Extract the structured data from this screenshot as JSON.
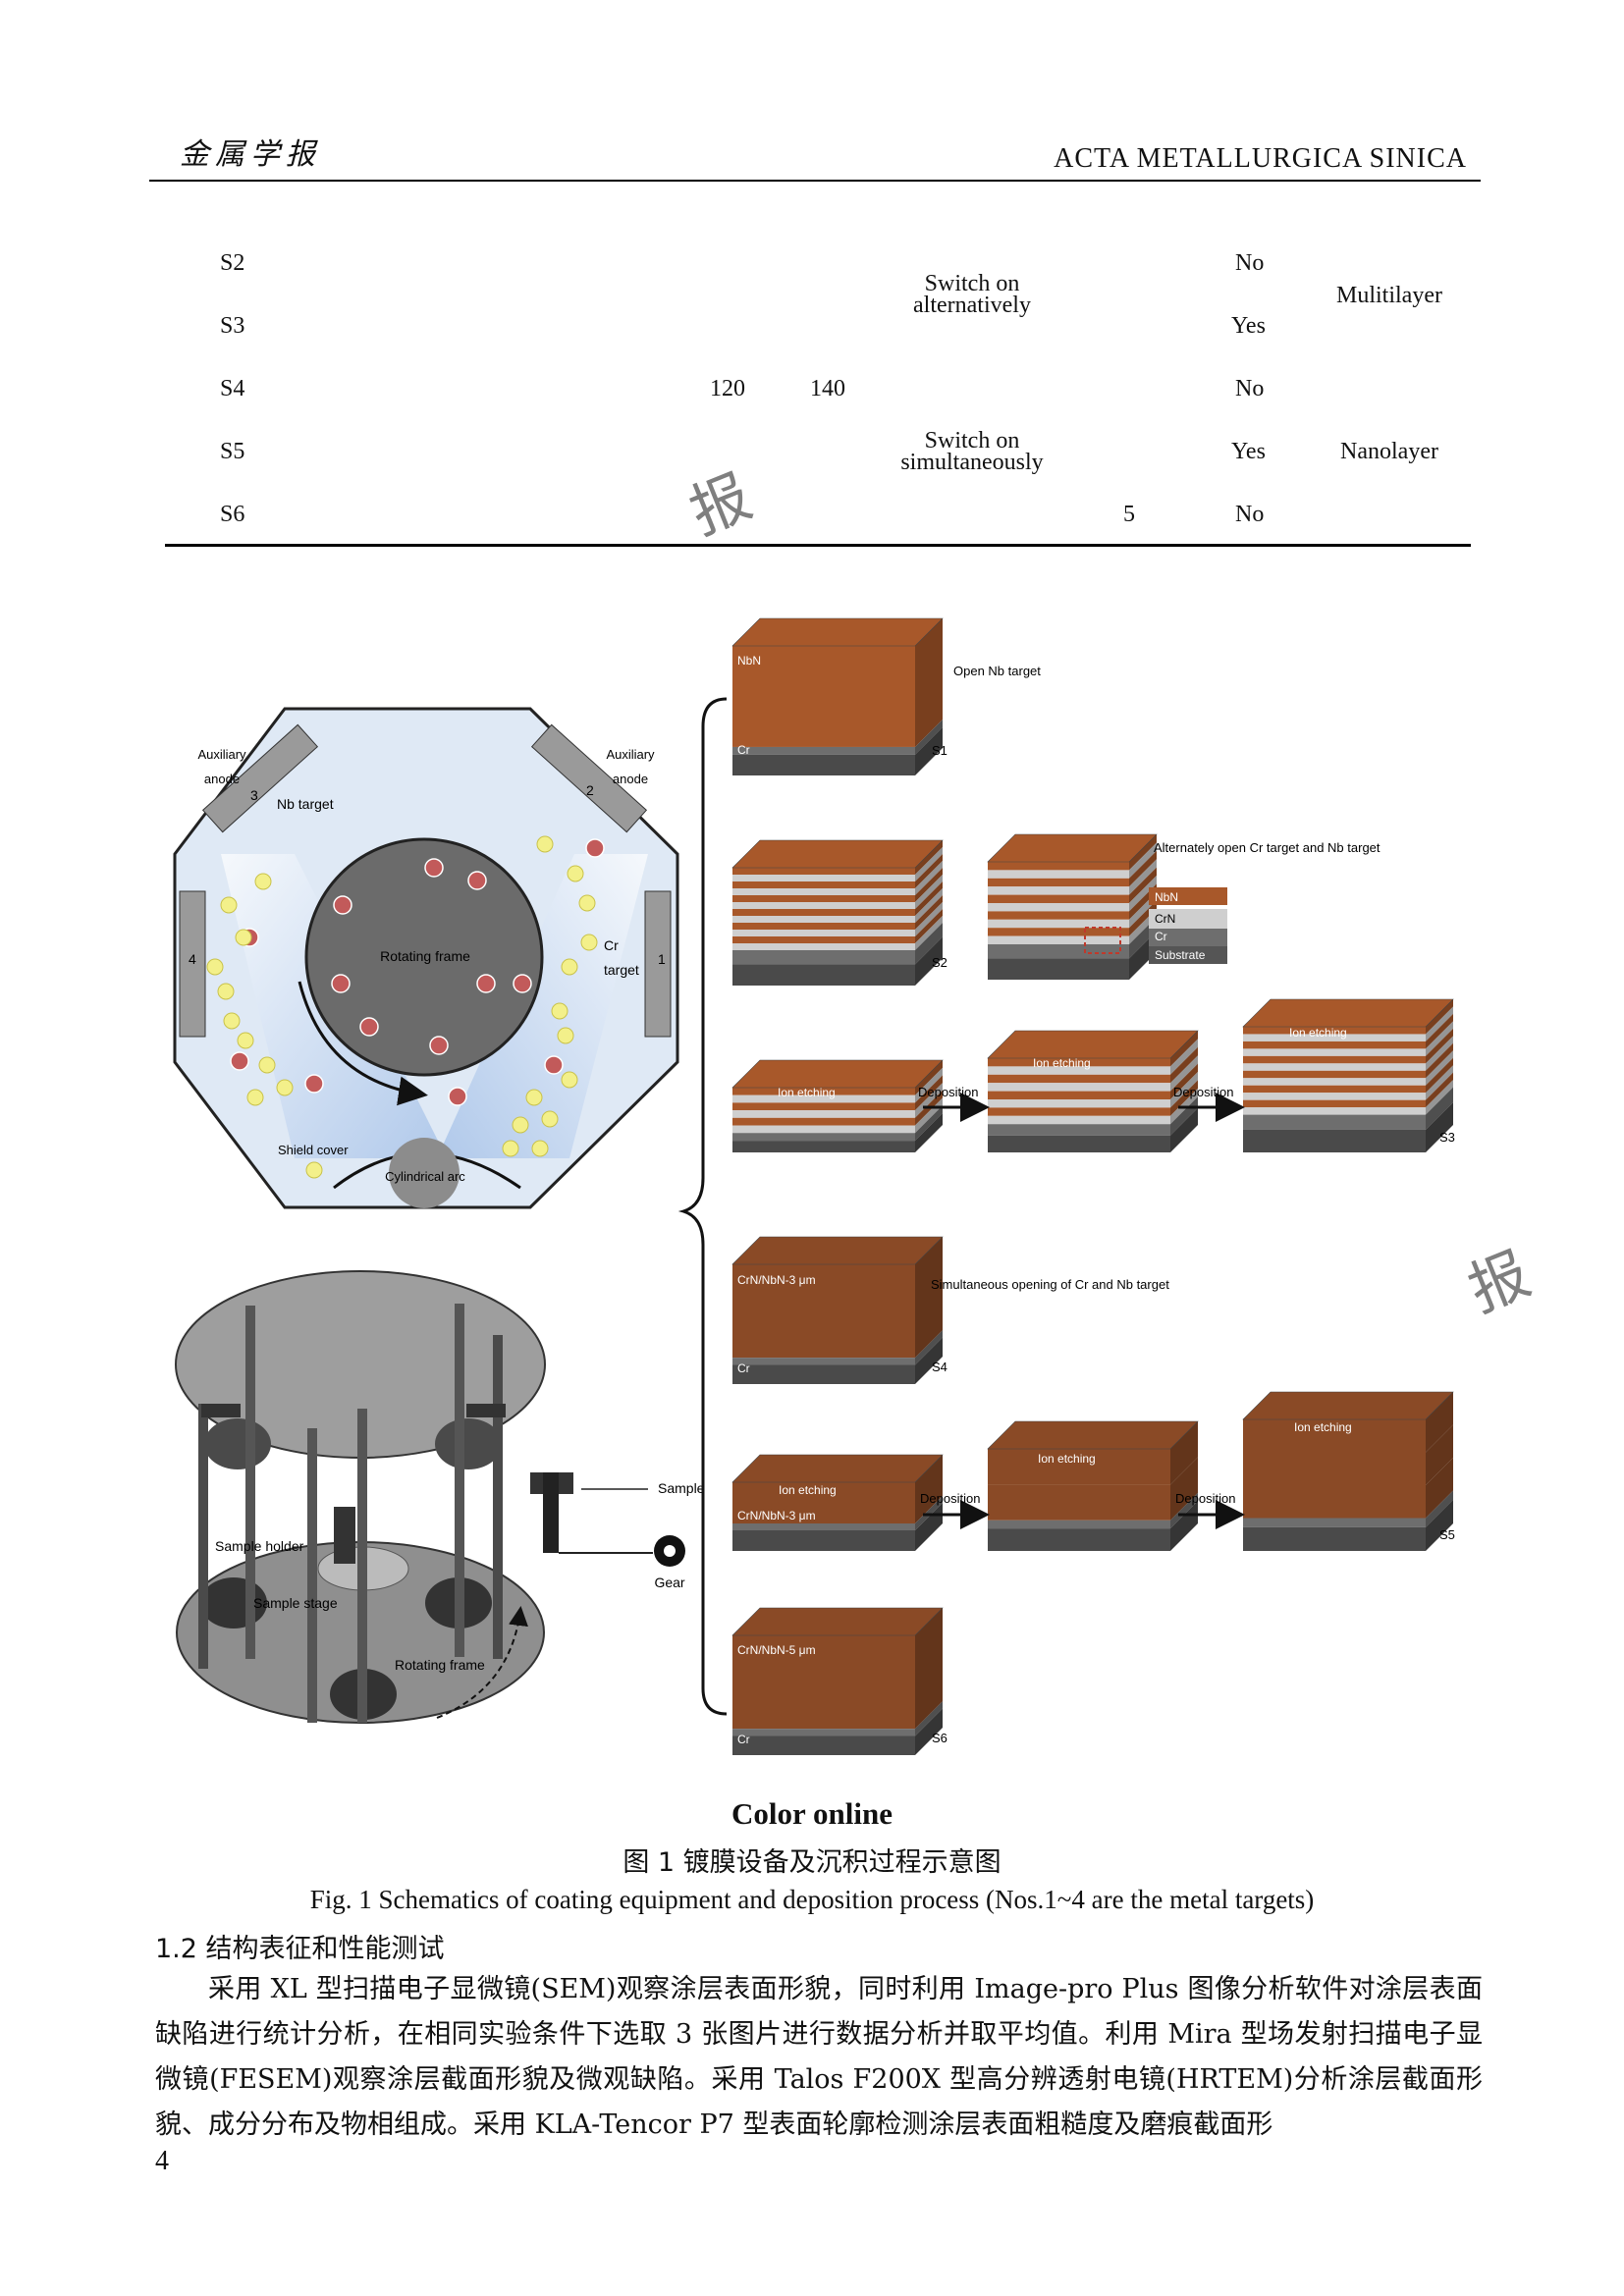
{
  "header": {
    "logo_text": "金属学报",
    "journal": "ACTA METALLURGICA SINICA"
  },
  "table": {
    "rows": [
      {
        "sample": "S2",
        "voltage": "",
        "current": "",
        "mode": "",
        "thick": "",
        "etch": "No",
        "structure": ""
      },
      {
        "sample": "S3",
        "voltage": "",
        "current": "",
        "mode": "",
        "thick": "",
        "etch": "Yes",
        "structure": ""
      },
      {
        "sample": "S4",
        "voltage": "120",
        "current": "140",
        "mode": "",
        "thick": "",
        "etch": "No",
        "structure": ""
      },
      {
        "sample": "S5",
        "voltage": "",
        "current": "",
        "mode": "",
        "thick": "",
        "etch": "Yes",
        "structure": ""
      },
      {
        "sample": "S6",
        "voltage": "",
        "current": "",
        "mode": "",
        "thick": "5",
        "etch": "No",
        "structure": ""
      }
    ],
    "merged": {
      "mode_a": [
        "Switch on",
        "alternatively"
      ],
      "mode_b": [
        "Switch on",
        "simultaneously"
      ],
      "structure_a": "Mulitilayer",
      "structure_b": "Nanolayer"
    }
  },
  "figure": {
    "chamber": {
      "aux_anode_left": [
        "Auxiliary",
        "anode"
      ],
      "aux_anode_right": [
        "Auxiliary",
        "anode"
      ],
      "nb_target": "Nb target",
      "cr_target": [
        "Cr",
        "target"
      ],
      "rotating_frame": "Rotating frame",
      "shield_cover": "Shield cover",
      "cylindrical_arc": "Cylindrical arc",
      "target_nums": [
        "1",
        "2",
        "3",
        "4"
      ]
    },
    "stage": {
      "sample": "Sample",
      "gear": "Gear",
      "sample_holder": "Sample holder",
      "sample_stage": "Sample stage",
      "rotating_frame": "Rotating frame"
    },
    "s1": {
      "top": "NbN",
      "bottom": "Cr",
      "label": "S1",
      "desc": "Open Nb target"
    },
    "s2": {
      "label": "S2",
      "desc": "Alternately open Cr target and Nb target",
      "legend": [
        "NbN",
        "CrN",
        "Cr",
        "Substrate"
      ]
    },
    "s3": {
      "label": "S3",
      "ion_etching": "Ion etching",
      "deposition": "Deposition"
    },
    "s4": {
      "top": "CrN/NbN-3 μm",
      "bottom": "Cr",
      "label": "S4",
      "desc": "Simultaneous opening of Cr and Nb target"
    },
    "s5": {
      "label": "S5",
      "ion_etching": "Ion etching",
      "deposition": "Deposition",
      "film": "CrN/NbN-3 μm"
    },
    "s6": {
      "top": "CrN/NbN-5 μm",
      "bottom": "Cr",
      "label": "S6"
    }
  },
  "caption": {
    "online": "Color online",
    "cn": "图 1  镀膜设备及沉积过程示意图",
    "en": "Fig. 1 Schematics of coating equipment and deposition process (Nos.1~4 are the metal targets)"
  },
  "section": "1.2  结构表征和性能测试",
  "body_text": [
    "采用 XL 型扫描电子显微镜(SEM)观察涂层表面形貌，同时利用 Image-pro Plus 图像分析软件对涂层表面缺陷进行统计分析，在相同实验条件下选取 3 张图片进行数据分析并取平均值。利用 Mira 型场发射扫描电子显微镜(FESEM)观察涂层截面形貌及微观缺陷。采用 Talos F200X 型高分辨透射电镜(HRTEM)分析涂层截面形貌、成分分布及物相组成。采用 KLA-Tencor P7 型表面轮廓检测涂层表面粗糙度及磨痕截面形"
  ],
  "page_number": "4",
  "watermark": "报",
  "colors": {
    "nbn": "#a8582a",
    "crn": "#cfcfcf",
    "cr": "#6e6e6e",
    "chamber": "#dfe9f5"
  }
}
